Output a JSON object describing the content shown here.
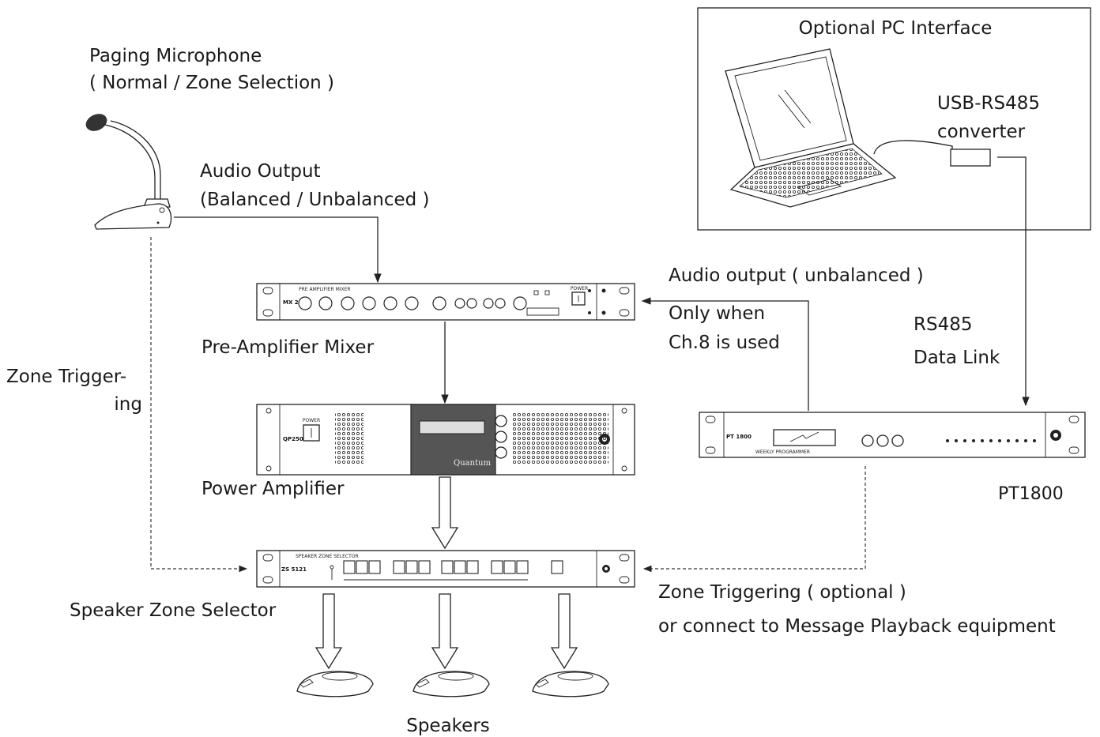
{
  "labels": {
    "pc_interface": "Optional PC Interface",
    "usb_line1": "USB-RS485",
    "usb_line2": "converter",
    "mic_line1": "Paging Microphone",
    "mic_line2": "( Normal / Zone Selection )",
    "audio_out_line1": "Audio Output",
    "audio_out_line2": "(Balanced / Unbalanced )",
    "audio_unbalanced": "Audio output ( unbalanced )",
    "only_when_line1": "Only when",
    "only_when_line2": "Ch.8 is used",
    "rs485_line1": "RS485",
    "rs485_line2": "Data Link",
    "pre_amp": "Pre-Amplifier Mixer",
    "zone_trig_line1": "Zone Trigger-",
    "zone_trig_line2": "ing",
    "power_amp": "Power Amplifier",
    "pt1800": "PT1800",
    "zone_selector": "Speaker Zone Selector",
    "zone_opt_line1": "Zone Triggering ( optional )",
    "zone_opt_line2": "or connect to Message Playback equipment",
    "speakers": "Speakers"
  },
  "devices": {
    "mixer_model": "MX 2122",
    "amp_model": "QP2500",
    "amp_power": "POWER",
    "amp_brand": "Quantum",
    "pt_model": "PT 1800",
    "pt_sub": "WEEKLY PROGRAMMER",
    "zs_model": "ZS 5121",
    "zs_title": "SPEAKER ZONE SELECTOR",
    "mixer_title": "PRE AMPLIFIER MIXER",
    "mixer_power": "POWER"
  },
  "colors": {
    "line": "#222222",
    "amp_panel": "#555555"
  }
}
